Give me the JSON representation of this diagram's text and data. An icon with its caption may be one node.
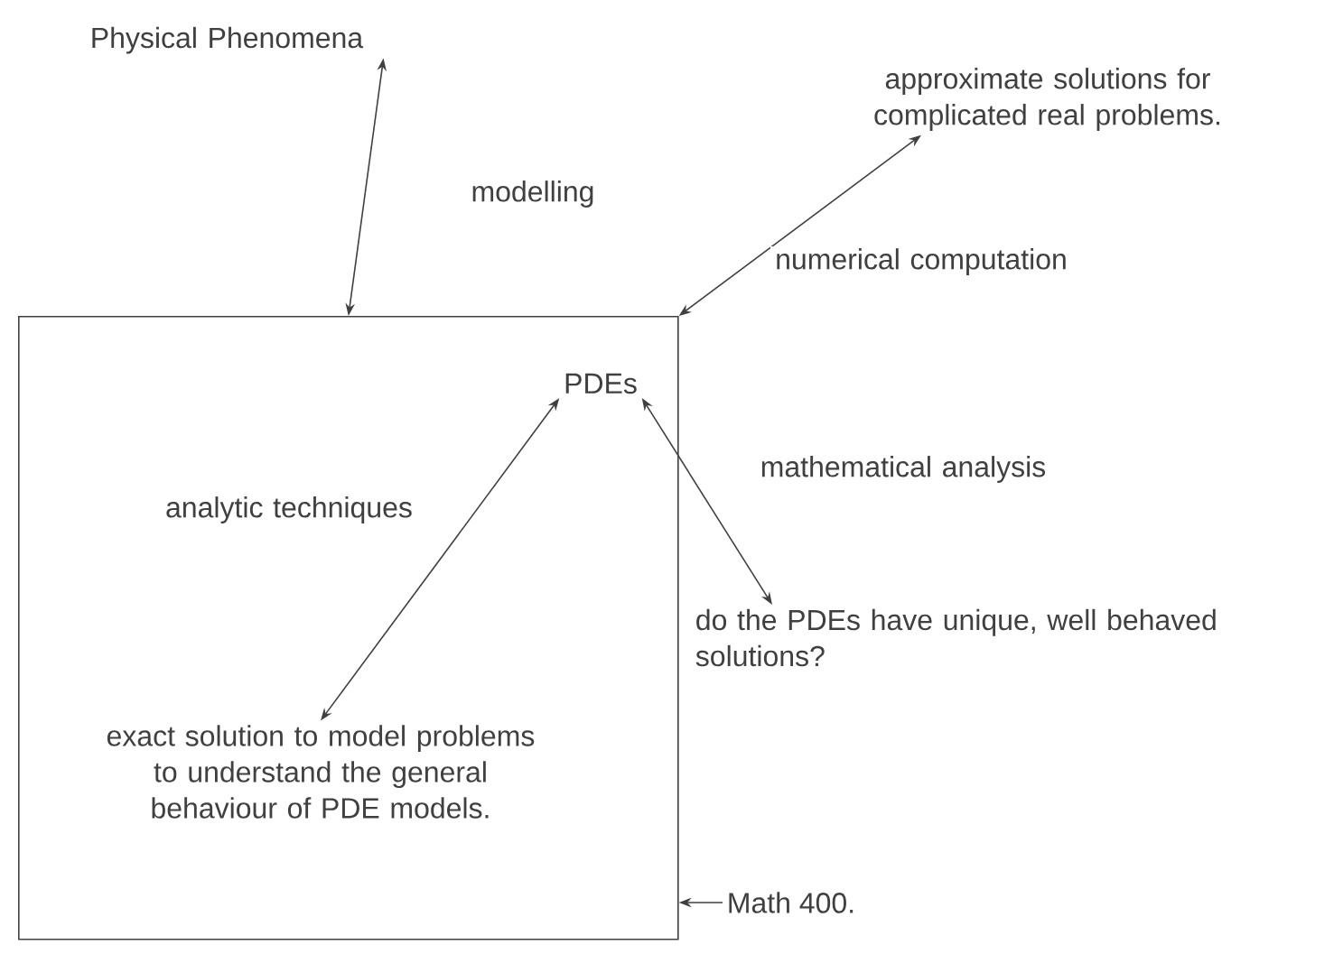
{
  "diagram": {
    "nodes": [
      {
        "text": [
          "Physical Phenomena"
        ]
      },
      {
        "text": [],
        "shape": "box"
      },
      {
        "text": [
          "PDEs"
        ],
        "in": 1
      },
      {
        "text": [
          "approximate solutions for complicated real problems."
        ]
      },
      {
        "text": [
          "exact solution to model problems to understand the general behaviour of PDE models."
        ],
        "in": 1
      },
      {
        "text": [
          "do the PDEs have unique, well behaved solutions?"
        ]
      },
      {
        "text": [
          "Math 400."
        ]
      }
    ],
    "edges": [
      {
        "from": 0,
        "to": 1,
        "arrow": "both",
        "label": "modelling"
      },
      {
        "from": 1,
        "to": 3,
        "arrow": "both",
        "label": "numerical computation"
      },
      {
        "from": 2,
        "to": 5,
        "arrow": "both",
        "label": "mathematical analysis"
      },
      {
        "from": 2,
        "to": 4,
        "arrow": "both",
        "label": "analytic techniques"
      },
      {
        "from": 6,
        "to": 1,
        "arrow": "to"
      }
    ]
  }
}
